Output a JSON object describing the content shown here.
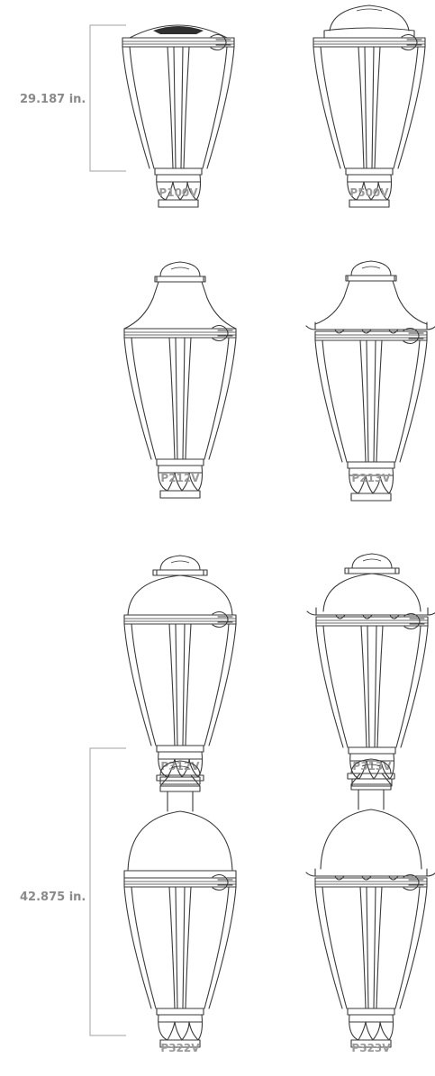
{
  "dimensions": {
    "top": "29.187 in.",
    "bottom": "42.875 in."
  },
  "fixtures": [
    {
      "model": "P100V",
      "top": "dish"
    },
    {
      "model": "P500V",
      "top": "dome"
    },
    {
      "model": "P212V",
      "top": "bell"
    },
    {
      "model": "P213V",
      "top": "bell-fins"
    },
    {
      "model": "P312V",
      "top": "crown"
    },
    {
      "model": "P313V",
      "top": "crown-fins"
    },
    {
      "model": "P322V",
      "top": "globe"
    },
    {
      "model": "P323V",
      "top": "globe-fins"
    }
  ],
  "colors": {
    "line": "#3a3a3a",
    "label": "#9a9a9a",
    "bracket": "#a0a0a0"
  }
}
